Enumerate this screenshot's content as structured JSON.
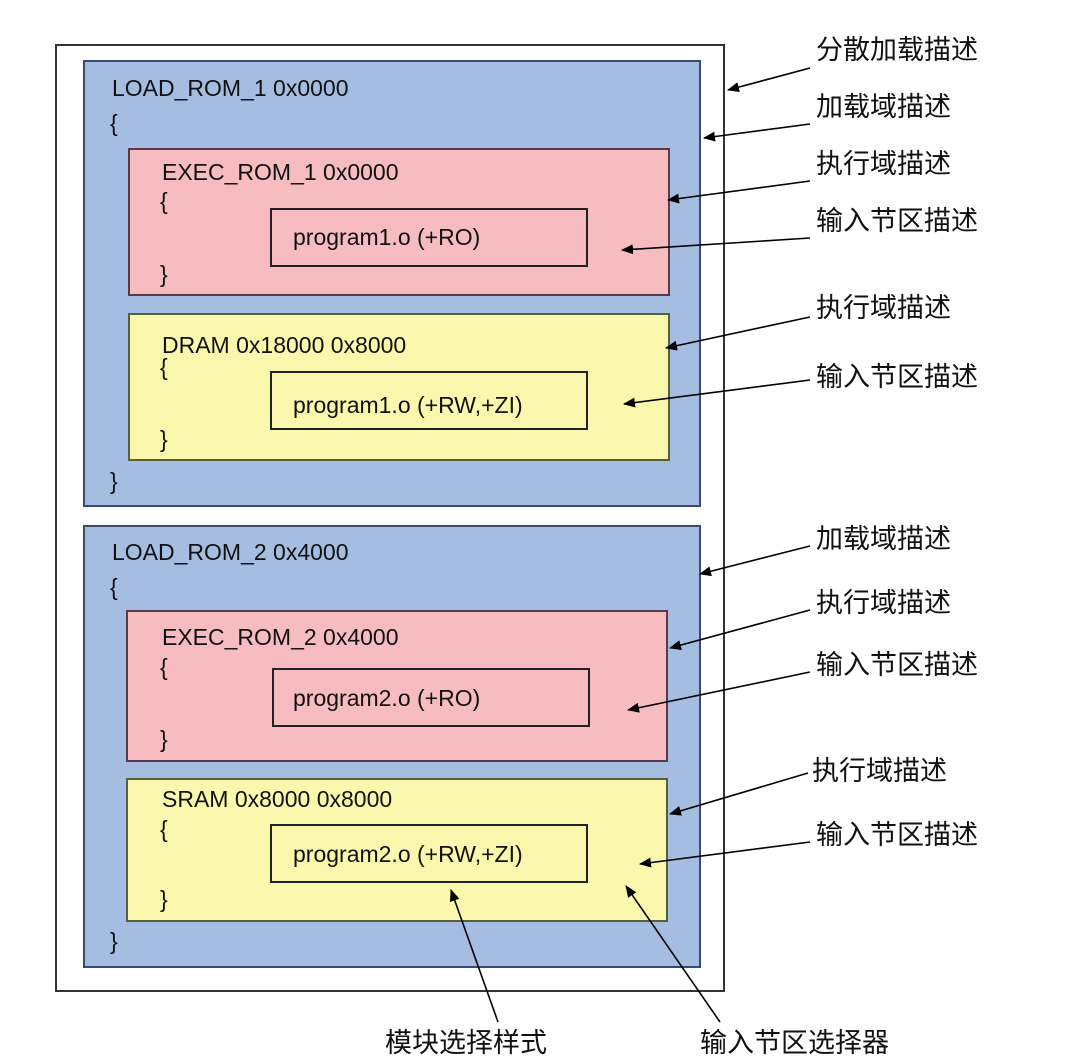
{
  "scatter_label": "分散加载描述",
  "load_regions": [
    {
      "header": "LOAD_ROM_1 0x0000",
      "open": "{",
      "close": "}",
      "label": "加载域描述",
      "exec_regions": [
        {
          "header": "EXEC_ROM_1 0x0000",
          "open": "{",
          "close": "}",
          "section": "program1.o (+RO)",
          "exec_label": "执行域描述",
          "section_label": "输入节区描述"
        },
        {
          "header": "DRAM 0x18000 0x8000",
          "open": "{",
          "close": "}",
          "section": "program1.o (+RW,+ZI)",
          "exec_label": "执行域描述",
          "section_label": "输入节区描述"
        }
      ]
    },
    {
      "header": "LOAD_ROM_2 0x4000",
      "open": "{",
      "close": "}",
      "label": "加载域描述",
      "exec_regions": [
        {
          "header": "EXEC_ROM_2 0x4000",
          "open": "{",
          "close": "}",
          "section": "program2.o (+RO)",
          "exec_label": "执行域描述",
          "section_label": "输入节区描述"
        },
        {
          "header": "SRAM 0x8000 0x8000",
          "open": "{",
          "close": "}",
          "section": "program2.o (+RW,+ZI)",
          "exec_label": "执行域描述",
          "section_label": "输入节区描述"
        }
      ]
    }
  ],
  "bottom_labels": {
    "module_pattern": "模块选择样式",
    "section_selector": "输入节区选择器"
  },
  "colors": {
    "load": "#a6bde2",
    "exec_ro": "#f7bcbf",
    "exec_rw": "#fbf8ad"
  }
}
